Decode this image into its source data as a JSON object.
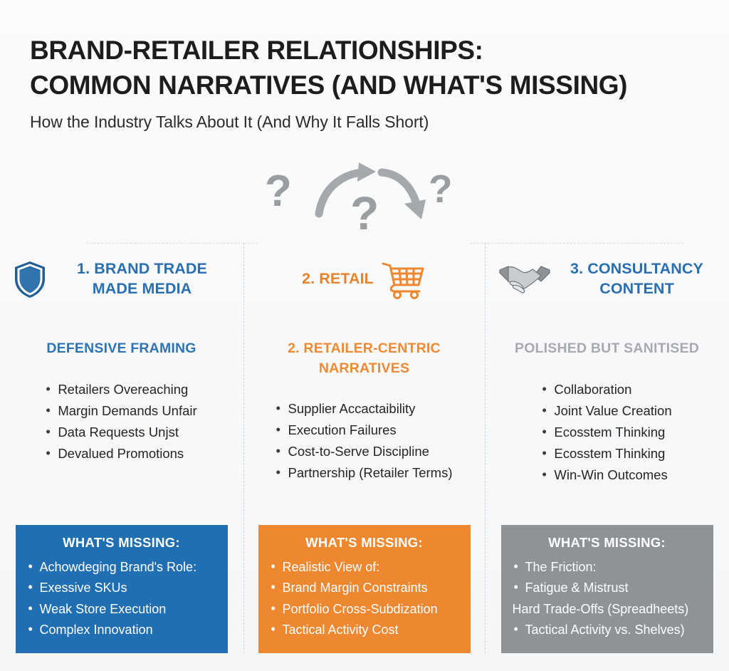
{
  "header": {
    "title_line1": "BRAND-RETAILER RELATIONSHIPS:",
    "title_line2": "COMMON NARRATIVES (AND WHAT'S MISSING)",
    "subtitle": "How the Industry Talks About It (And Why It Falls Short)"
  },
  "connector": {
    "question_left": "?",
    "question_middle": "?",
    "question_right": "?"
  },
  "colors": {
    "brand_blue": "#216fb3",
    "heading_blue": "#2a6fb0",
    "brand_orange": "#ee8830",
    "heading_orange": "#e8832c",
    "brand_grey": "#8f9398",
    "heading_grey": "#a7abaf",
    "title_black": "#1d1d1f",
    "background": "#f7f8f9"
  },
  "columns": [
    {
      "icon": "shield-icon",
      "icon_position": "left",
      "title": "1. BRAND TRADE MADE MEDIA",
      "title_color": "blue",
      "subheading": "DEFENSIVE FRAMING",
      "subheading_color": "blue",
      "bullets": [
        "Retailers Overeaching",
        "Margin Demands Unfair",
        "Data Requests Unjst",
        "Devalued Promotions"
      ],
      "missing": {
        "title": "WHAT'S MISSING:",
        "color": "blue",
        "items": [
          {
            "text": "Achowdeging Brand's Role:",
            "bullet": true
          },
          {
            "text": "Exessive SKUs",
            "bullet": true
          },
          {
            "text": "Weak Store Execution",
            "bullet": true
          },
          {
            "text": "Complex Innovation",
            "bullet": true
          }
        ]
      }
    },
    {
      "icon": "shopping-cart-icon",
      "icon_position": "right",
      "title": "2. RETAIL",
      "title_color": "orange",
      "subheading": "2. RETAILER-CENTRIC NARRATIVES",
      "subheading_color": "orange",
      "bullets": [
        "Supplier Accactaibility",
        "Execution Failures",
        "Cost-to-Serve Discipline",
        "Partnership (Retailer Terms)"
      ],
      "missing": {
        "title": "WHAT'S MISSING:",
        "color": "orange",
        "items": [
          {
            "text": "Realistic View of:",
            "bullet": true
          },
          {
            "text": "Brand Margin Constraints",
            "bullet": true
          },
          {
            "text": "Portfolio Cross-Subdization",
            "bullet": true
          },
          {
            "text": "Tactical Activity Cost",
            "bullet": true
          }
        ]
      }
    },
    {
      "icon": "handshake-icon",
      "icon_position": "left",
      "title": "3. CONSULTANCY CONTENT",
      "title_color": "blue",
      "subheading": "POLISHED BUT SANITISED",
      "subheading_color": "grey",
      "bullets": [
        "Collaboration",
        "Joint Value Creation",
        "Ecosstem Thinking",
        "Ecosstem Thinking",
        "Win-Win Outcomes"
      ],
      "missing": {
        "title": "WHAT'S MISSING:",
        "color": "grey",
        "items": [
          {
            "text": "The Friction:",
            "bullet": true
          },
          {
            "text": "Fatigue & Mistrust",
            "bullet": true
          },
          {
            "text": "Hard Trade-Offs (Spreadheets)",
            "bullet": false
          },
          {
            "text": "Tactical Activity vs. Shelves)",
            "bullet": true
          }
        ]
      }
    }
  ]
}
